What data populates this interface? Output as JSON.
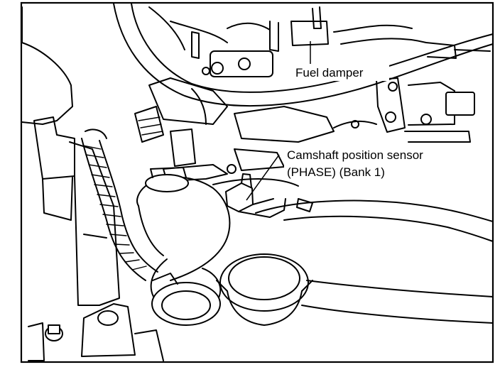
{
  "diagram": {
    "labels": {
      "fuel_damper": "Fuel damper",
      "cmp_sensor_line1": "Camshaft position sensor",
      "cmp_sensor_line2": "(PHASE) (Bank 1)"
    },
    "colors": {
      "ink": "#000000",
      "paper": "#ffffff"
    }
  }
}
